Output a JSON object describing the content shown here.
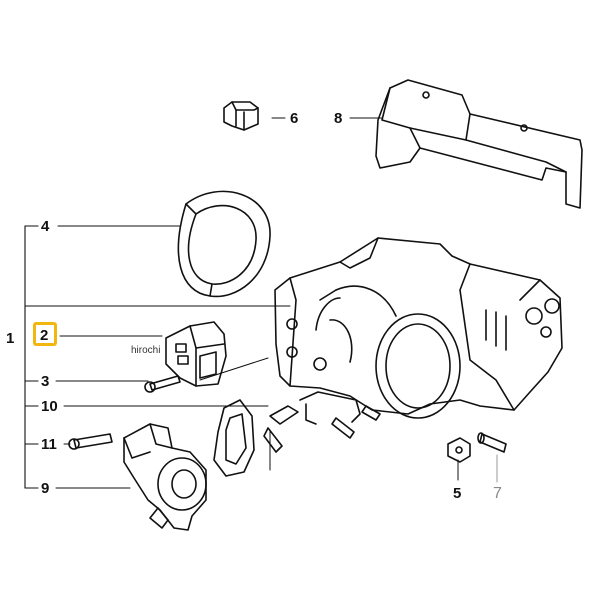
{
  "callouts": {
    "c1": "1",
    "c2": "2",
    "c3": "3",
    "c4": "4",
    "c5": "5",
    "c6": "6",
    "c7": "7",
    "c8": "8",
    "c9": "9",
    "c10": "10",
    "c11": "11"
  },
  "highlighted_part": "2",
  "watermark": "hirochi",
  "colors": {
    "highlight": "#f2b70e",
    "ink": "#111111",
    "muted": "#8a8a8a"
  }
}
